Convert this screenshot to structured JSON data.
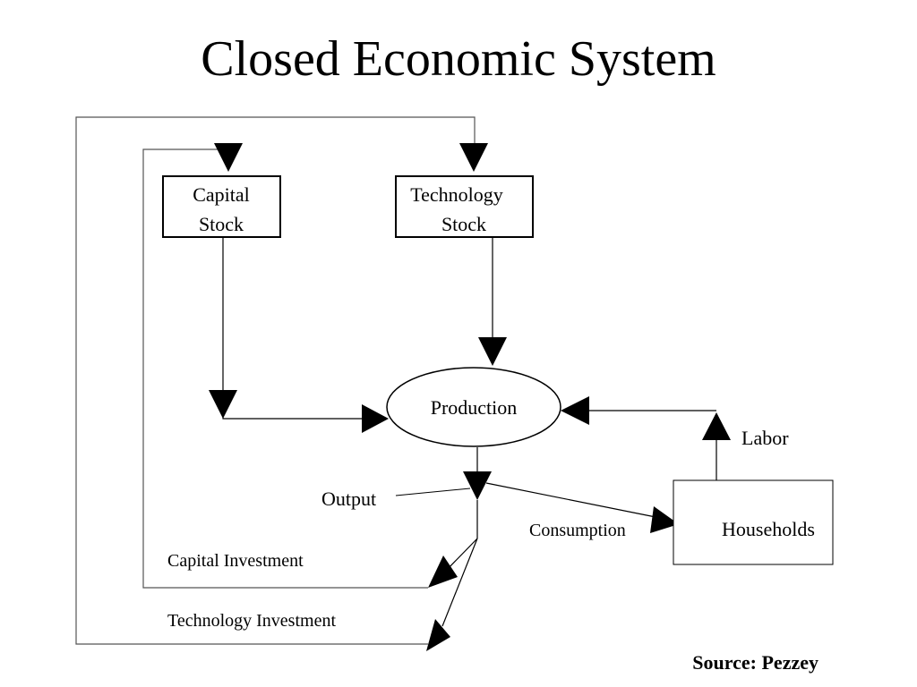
{
  "title": "Closed Economic System",
  "nodes": {
    "capital_stock": {
      "line1": "Capital",
      "line2": "Stock"
    },
    "technology_stock": {
      "line1": "Technology",
      "line2": "Stock"
    },
    "production": "Production",
    "households": "Households"
  },
  "labels": {
    "output": "Output",
    "labor": "Labor",
    "consumption": "Consumption",
    "capital_investment": "Capital Investment",
    "technology_investment": "Technology Investment"
  },
  "source": "Source: Pezzey",
  "colors": {
    "ink": "#000000",
    "background": "#ffffff",
    "thin_line": "#555555"
  }
}
